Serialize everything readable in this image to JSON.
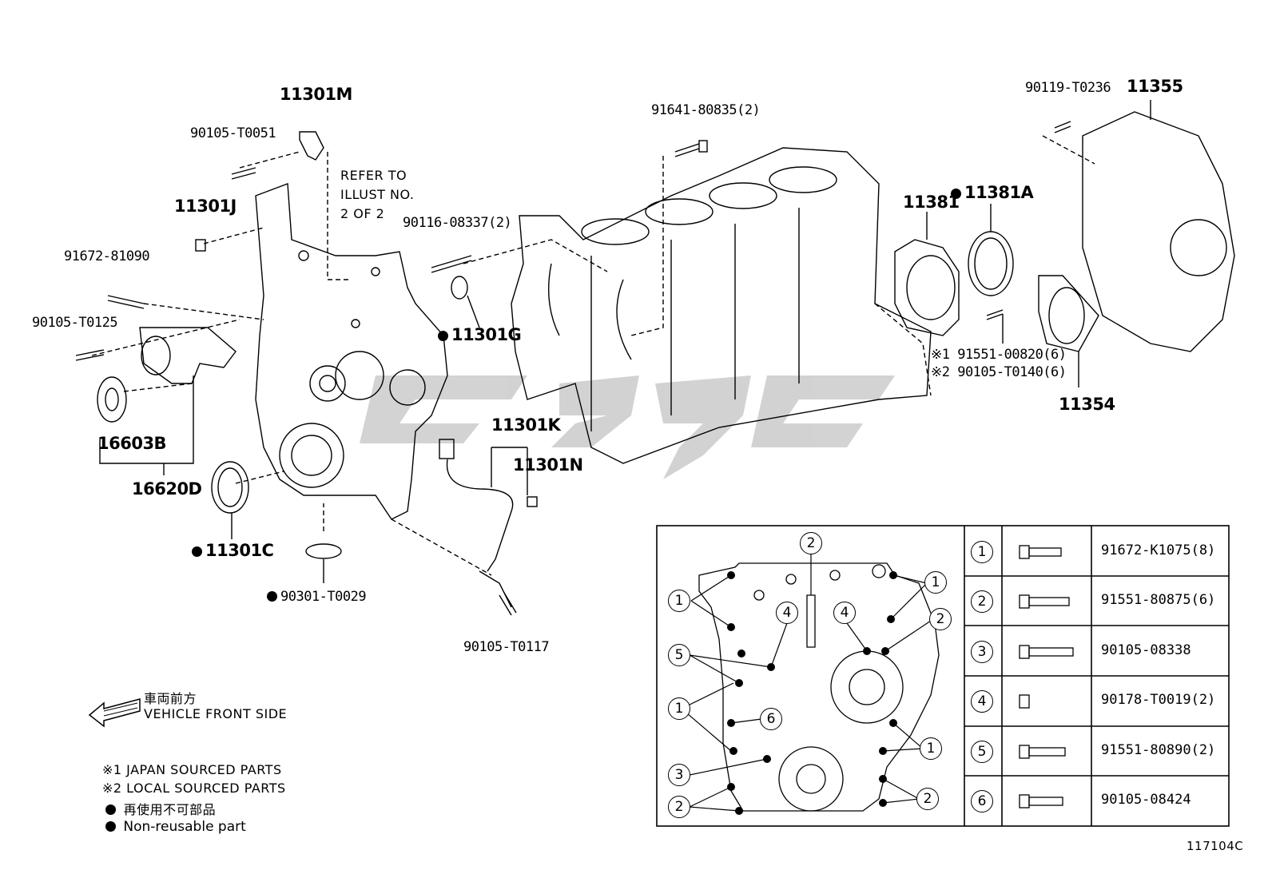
{
  "labels": {
    "p11301M": "11301M",
    "p90105_T0051": "90105-T0051",
    "refer_line1": "REFER TO",
    "refer_line2": "ILLUST NO.",
    "refer_line3": "2 OF 2",
    "p11301J": "11301J",
    "p91672_81090": "91672-81090",
    "p90105_T0125": "90105-T0125",
    "p16603B": "16603B",
    "p16620D": "16620D",
    "p11301C": "11301C",
    "p90301_T0029": "90301-T0029",
    "p90116_08337": "90116-08337(2)",
    "p11301G": "11301G",
    "p11301K": "11301K",
    "p11301N": "11301N",
    "p90105_T0117": "90105-T0117",
    "p91641_80835": "91641-80835(2)",
    "p11381": "11381",
    "p11381A": "11381A",
    "p90119_T0236": "90119-T0236",
    "p11355": "11355",
    "p91551_00820": "※1 91551-00820(6)",
    "p90105_T0140": "※2 90105-T0140(6)",
    "p11354": "11354"
  },
  "notes": {
    "front_jp": "車両前方",
    "front_en": "VEHICLE FRONT SIDE",
    "japan_sourced": "※1 JAPAN SOURCED PARTS",
    "local_sourced": "※2 LOCAL SOURCED PARTS",
    "nonreuse_jp": "再使用不可部品",
    "nonreuse_en": "Non-reusable part",
    "figure_id": "117104C"
  },
  "legend": [
    {
      "num": "1",
      "part": "91672-K1075(8)"
    },
    {
      "num": "2",
      "part": "91551-80875(6)"
    },
    {
      "num": "3",
      "part": "90105-08338"
    },
    {
      "num": "4",
      "part": "90178-T0019(2)"
    },
    {
      "num": "5",
      "part": "91551-80890(2)"
    },
    {
      "num": "6",
      "part": "90105-08424"
    }
  ],
  "inset_callouts": [
    "1",
    "2",
    "1",
    "4",
    "4",
    "2",
    "5",
    "1",
    "6",
    "3",
    "1",
    "2",
    "2"
  ]
}
